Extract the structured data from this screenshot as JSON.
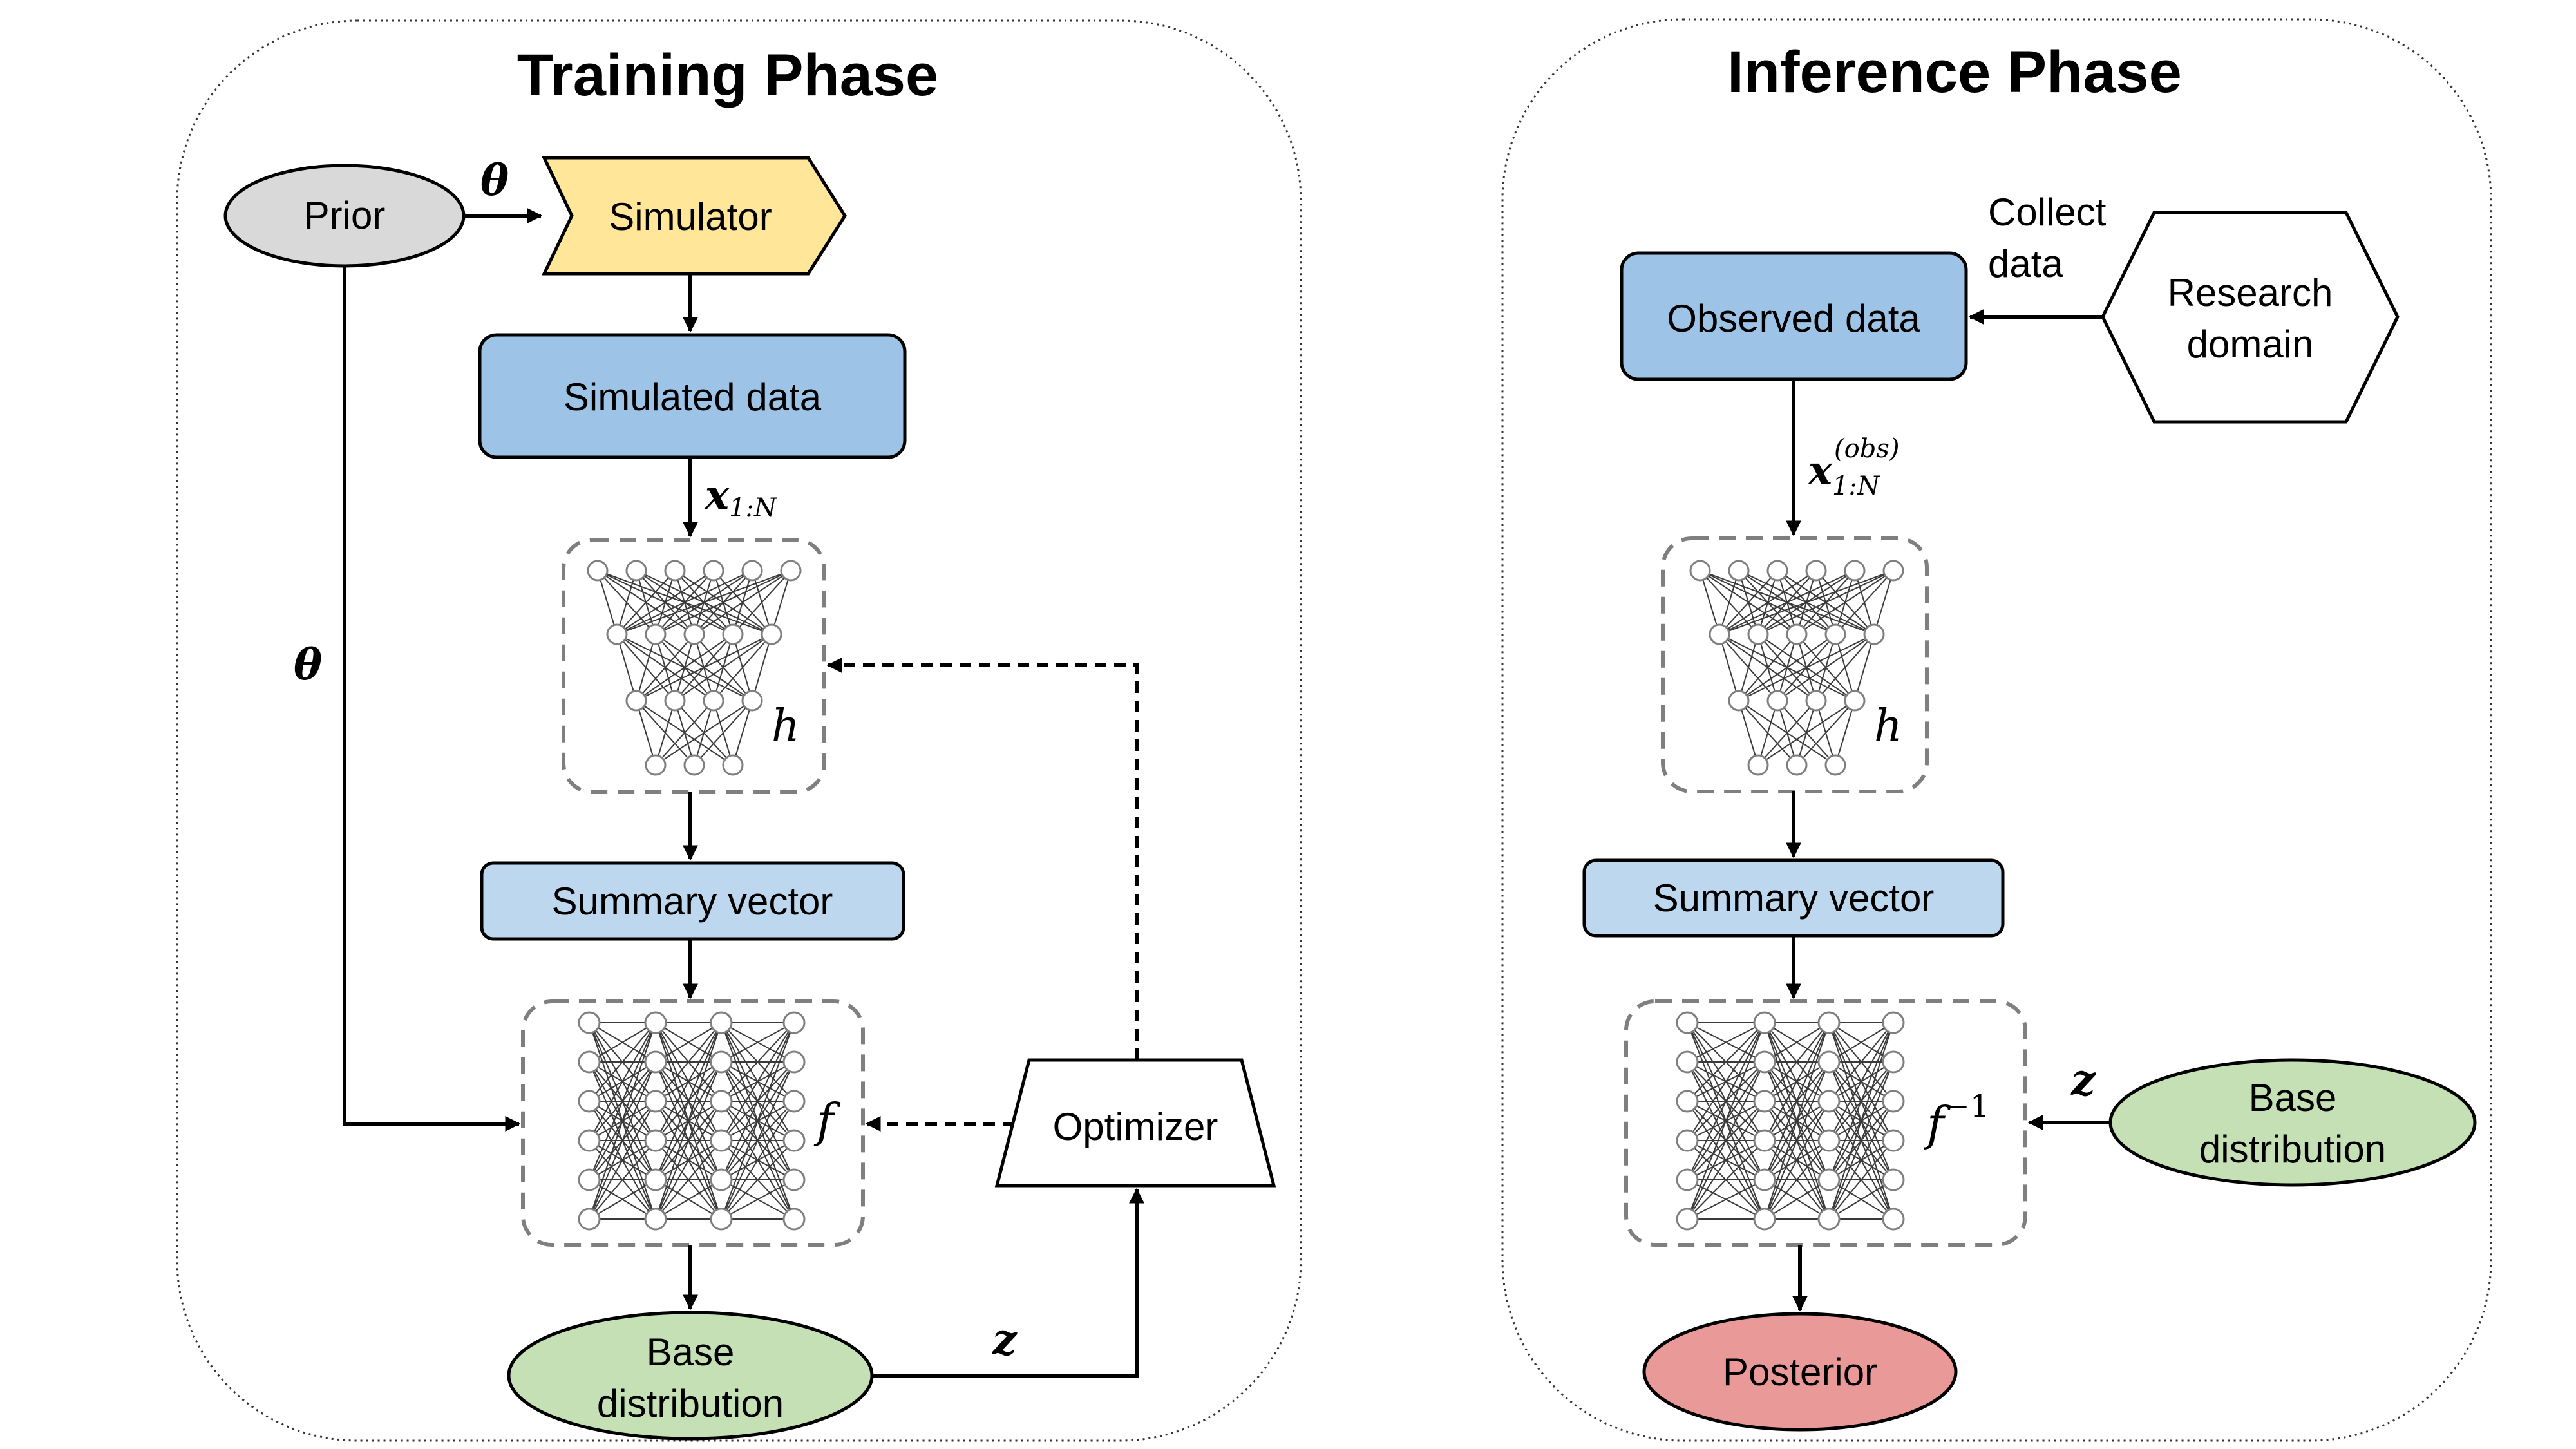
{
  "training": {
    "title": "Training Phase",
    "prior": "Prior",
    "simulator": "Simulator",
    "simulated_data": "Simulated data",
    "summary_vector": "Summary vector",
    "optimizer": "Optimizer",
    "base_distribution_line1": "Base",
    "base_distribution_line2": "distribution",
    "theta_top": "θ",
    "theta_side": "θ",
    "x_main": "x",
    "x_sub": "1:N",
    "h_label": "h",
    "f_label": "f",
    "z_label": "z"
  },
  "inference": {
    "title": "Inference Phase",
    "observed_data": "Observed data",
    "collect_line1": "Collect",
    "collect_line2": "data",
    "research_line1": "Research",
    "research_line2": "domain",
    "summary_vector": "Summary vector",
    "base_distribution_line1": "Base",
    "base_distribution_line2": "distribution",
    "posterior": "Posterior",
    "x_main": "x",
    "x_sub": "1:N",
    "x_sup": "(obs)",
    "h_label": "h",
    "f_label": "f",
    "f_sup": "−1",
    "z_label": "z"
  },
  "colors": {
    "prior": "#d9d9d9",
    "simulator": "#ffe699",
    "data_box": "#9dc3e6",
    "summary_box": "#bdd7ee",
    "base_distribution": "#c5e0b4",
    "posterior": "#ea9999",
    "network_frame": "#7f7f7f"
  },
  "icons": [
    "encoder-network-icon",
    "flow-network-icon"
  ]
}
